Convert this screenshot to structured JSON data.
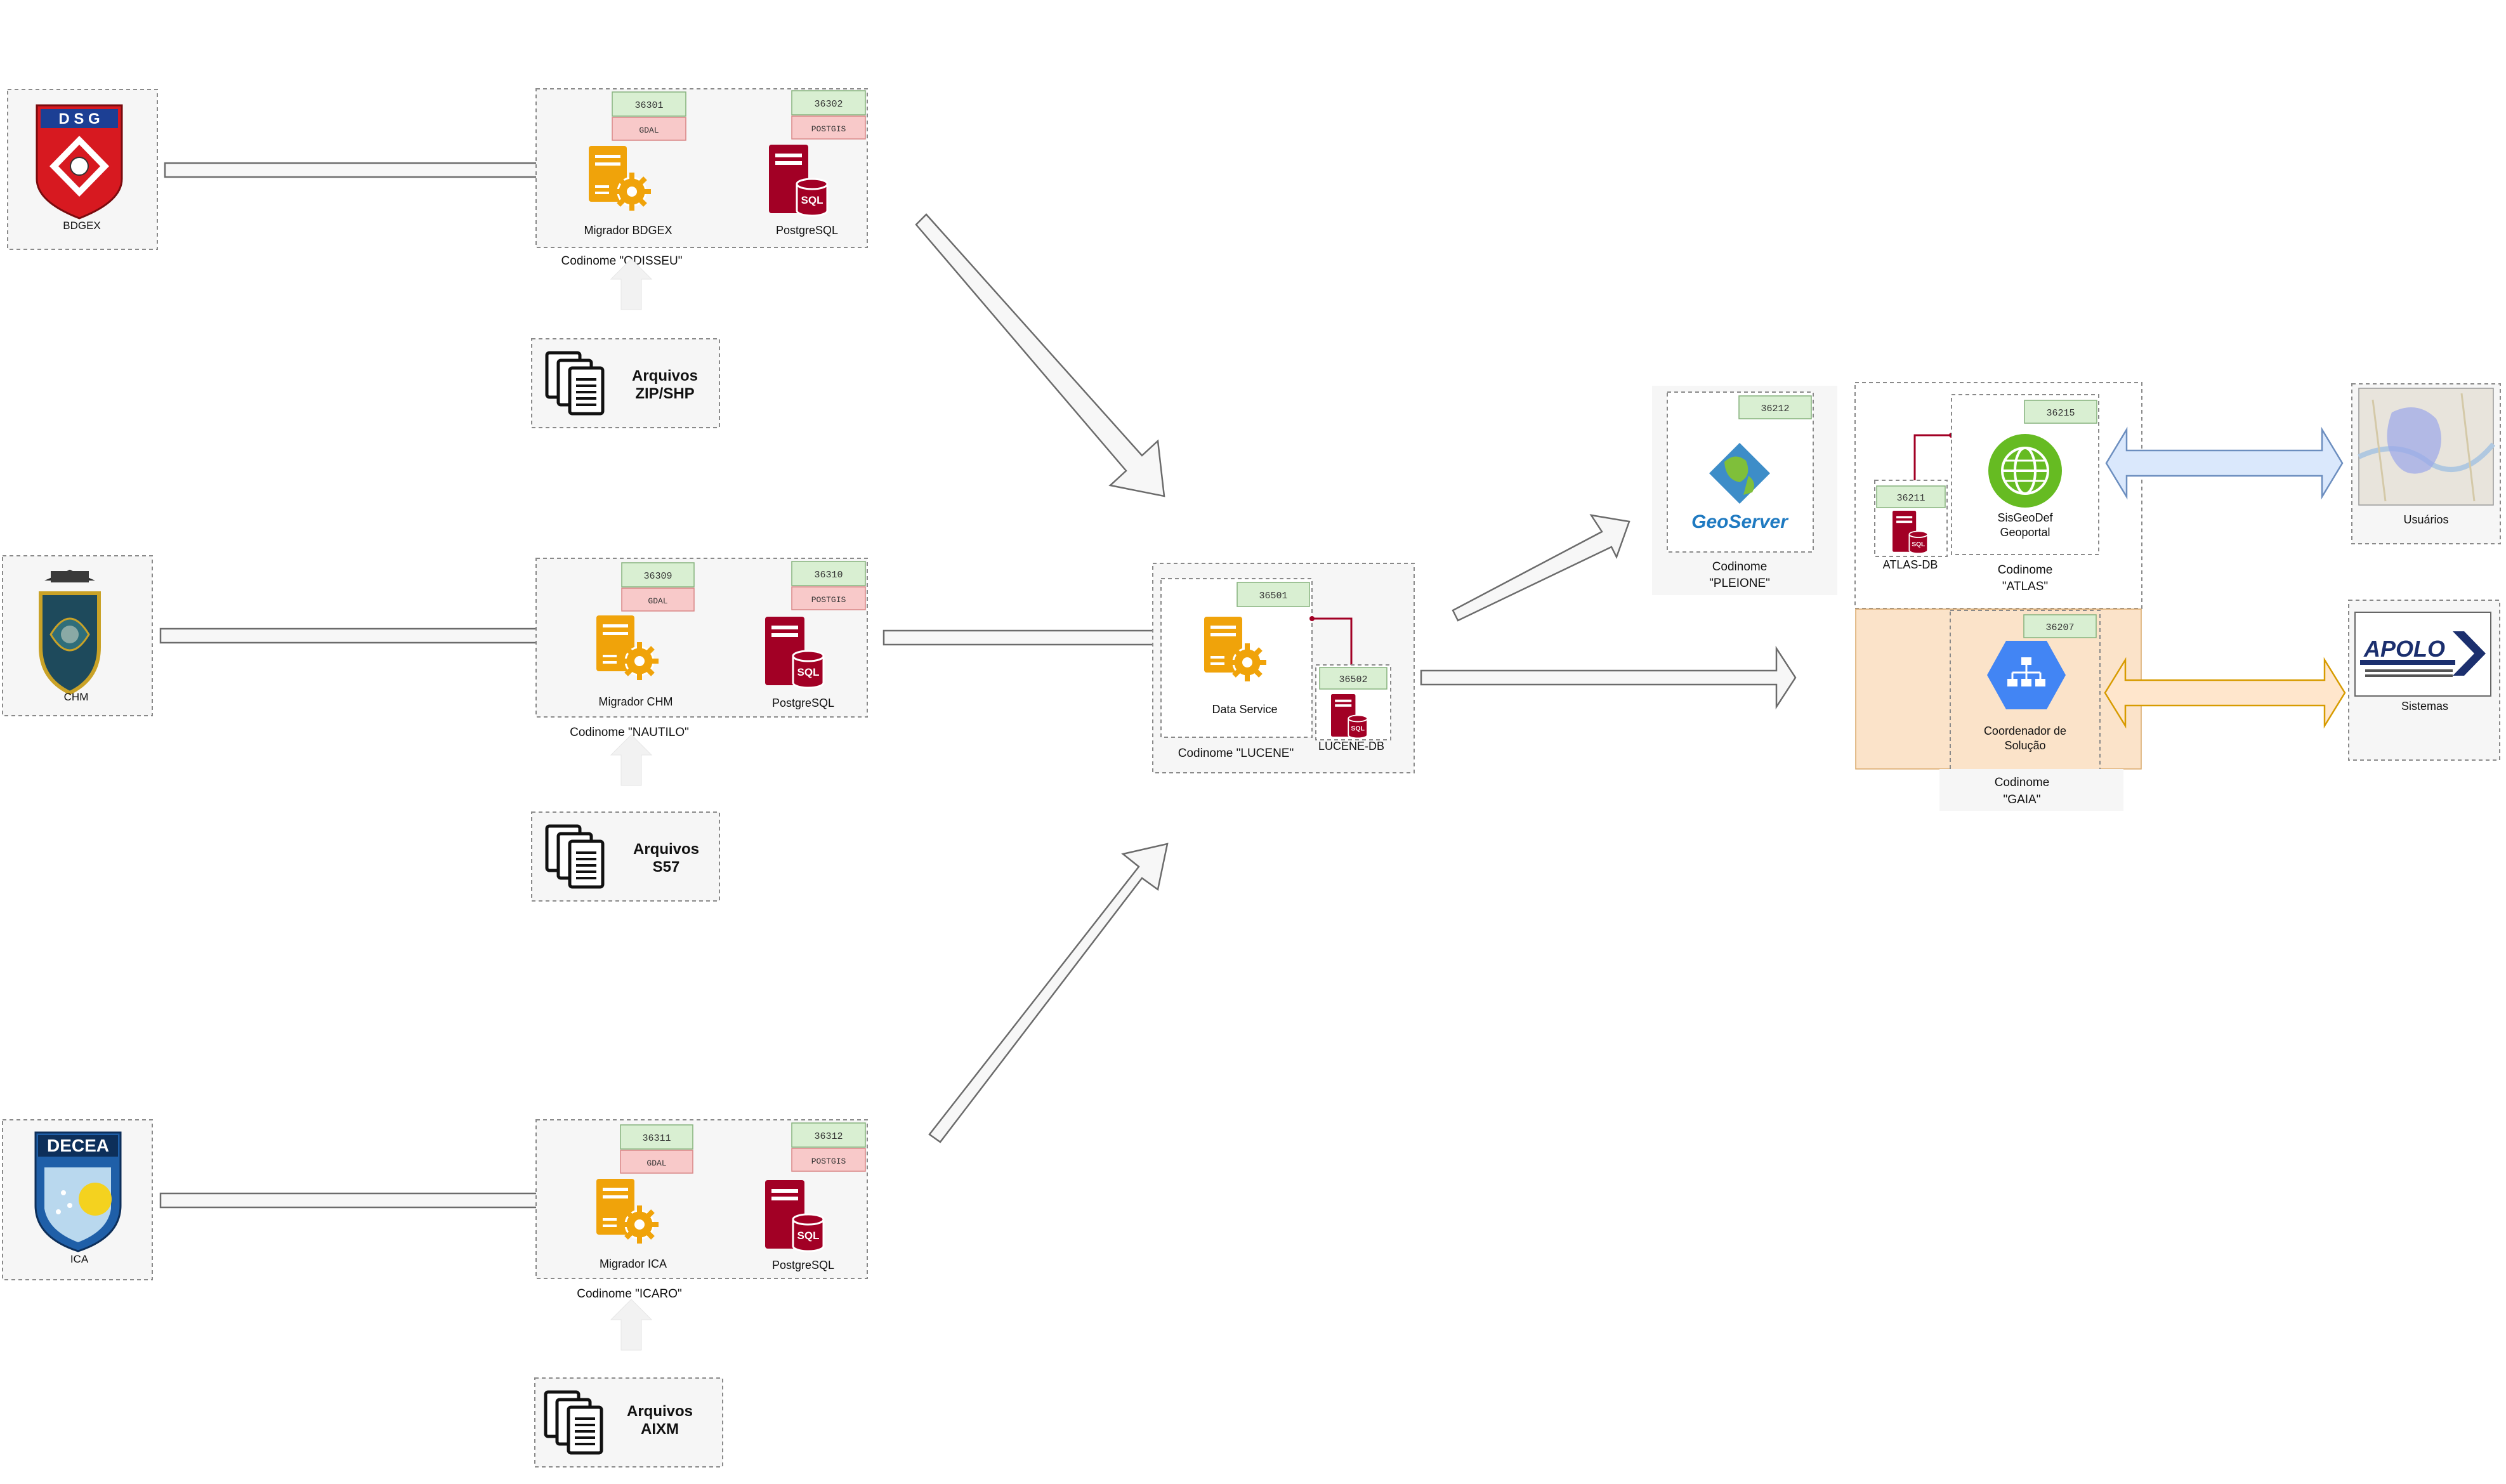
{
  "sources": [
    {
      "label": "BDGEX",
      "logo_text": "D S G"
    },
    {
      "label": "CHM",
      "logo_text": ""
    },
    {
      "label": "ICA",
      "logo_text": "DECEA"
    }
  ],
  "migrators": [
    {
      "port_app": "36301",
      "tag_app": "GDAL",
      "port_db": "36302",
      "tag_db": "POSTGIS",
      "app_label": "Migrador BDGEX",
      "db_label": "PostgreSQL",
      "codename": "Codinome \"ODISSEU\""
    },
    {
      "port_app": "36309",
      "tag_app": "GDAL",
      "port_db": "36310",
      "tag_db": "POSTGIS",
      "app_label": "Migrador CHM",
      "db_label": "PostgreSQL",
      "codename": "Codinome \"NAUTILO\""
    },
    {
      "port_app": "36311",
      "tag_app": "GDAL",
      "port_db": "36312",
      "tag_db": "POSTGIS",
      "app_label": "Migrador ICA",
      "db_label": "PostgreSQL",
      "codename": "Codinome \"ICARO\""
    }
  ],
  "files": [
    {
      "line1": "Arquivos",
      "line2": "ZIP/SHP"
    },
    {
      "line1": "Arquivos",
      "line2": "S57"
    },
    {
      "line1": "Arquivos",
      "line2": "AIXM"
    }
  ],
  "lucene": {
    "port_service": "36501",
    "service_label": "Data Service",
    "port_db": "36502",
    "db_label": "LUCENE-DB",
    "codename": "Codinome \"LUCENE\""
  },
  "pleione": {
    "port": "36212",
    "logo_text": "GeoServer",
    "codename_line1": "Codinome",
    "codename_line2": "\"PLEIONE\""
  },
  "atlas": {
    "port_portal": "36215",
    "portal_line1": "SisGeoDef",
    "portal_line2": "Geoportal",
    "port_db": "36211",
    "db_label": "ATLAS-DB",
    "codename_line1": "Codinome",
    "codename_line2": "\"ATLAS\""
  },
  "gaia": {
    "port": "36207",
    "coord_line1": "Coordenador de",
    "coord_line2": "Solução",
    "codename_line1": "Codinome",
    "codename_line2": "\"GAIA\""
  },
  "users": {
    "label": "Usuários"
  },
  "systems": {
    "label": "Sistemas",
    "logo_text": "APOLO"
  },
  "colors": {
    "app_orange": "#f0a30a",
    "db_red": "#a20025",
    "port_green": "#d9efd2",
    "tag_red": "#f8c9c9",
    "gaia_orange": "#fbe3c9",
    "blue_arrow": "#dae8fc",
    "orange_arrow": "#ffe6cc"
  }
}
